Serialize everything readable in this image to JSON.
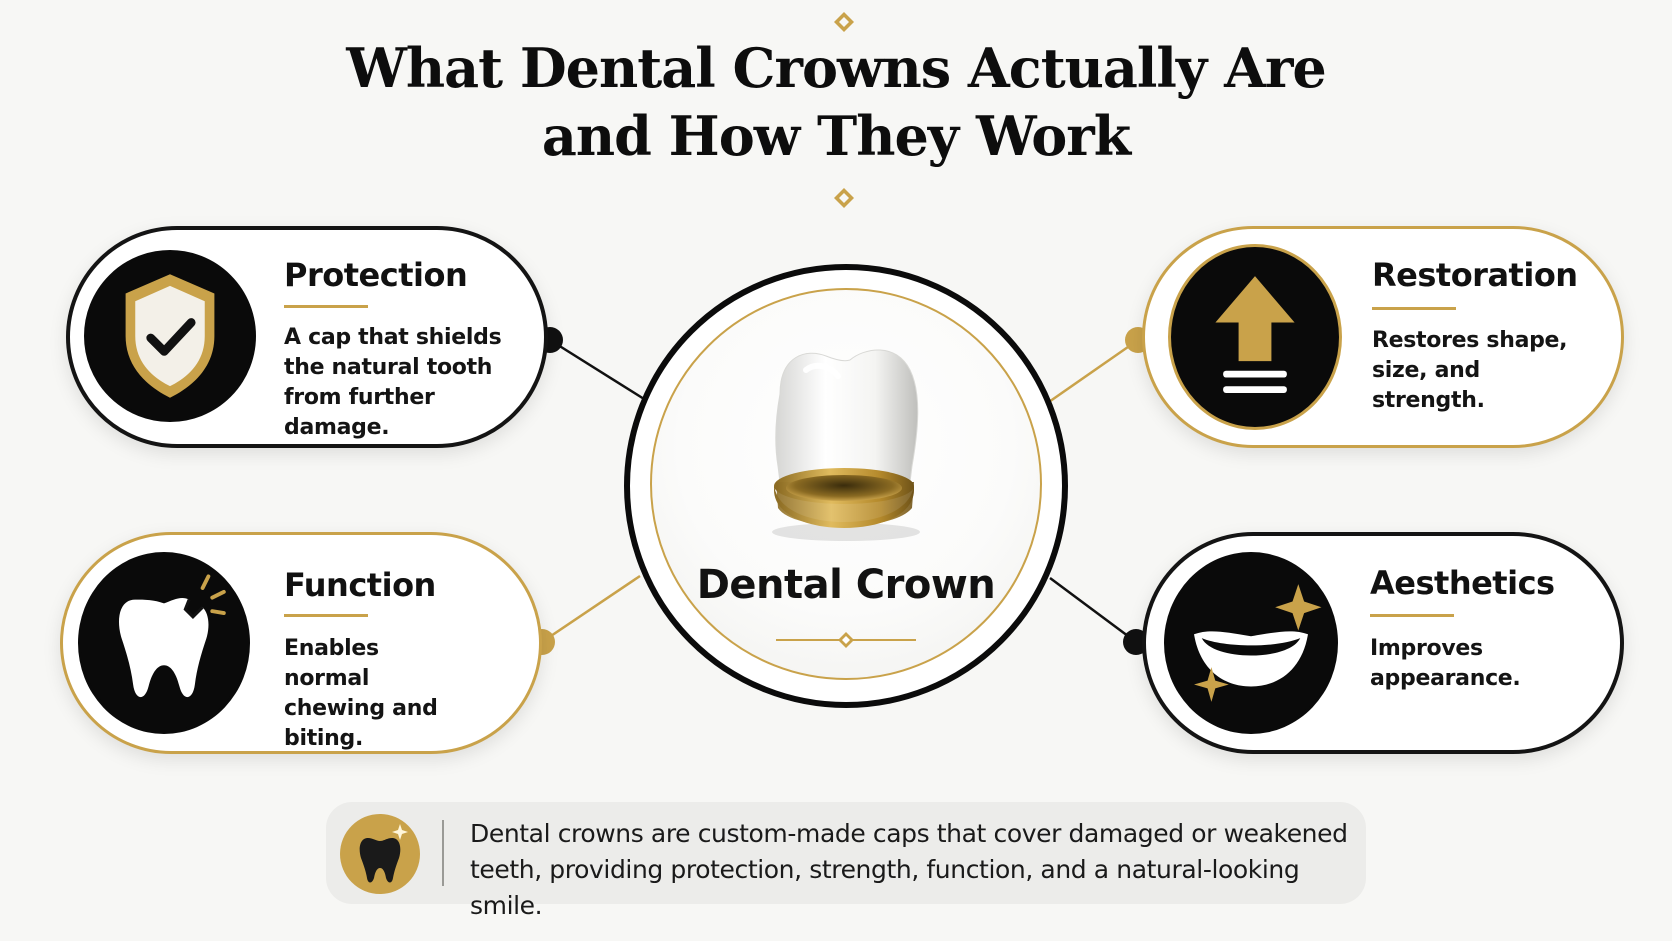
{
  "title": {
    "line1": "What Dental Crowns Actually Are",
    "line2": "and How They Work"
  },
  "center": {
    "label": "Dental Crown",
    "icon": "dental-crown-icon"
  },
  "cards": {
    "protection": {
      "title": "Protection",
      "description": "A cap that shields the natural tooth from further damage.",
      "icon": "shield-check-icon"
    },
    "restoration": {
      "title": "Restoration",
      "description": "Restores shape, size, and strength.",
      "icon": "up-arrow-icon"
    },
    "function": {
      "title": "Function",
      "description": "Enables normal chewing and biting.",
      "icon": "chipped-tooth-icon"
    },
    "aesthetics": {
      "title": "Aesthetics",
      "description": "Improves appearance.",
      "icon": "smile-sparkle-icon"
    }
  },
  "summary": {
    "icon": "tooth-sparkle-icon",
    "text": "Dental crowns are custom-made caps that cover damaged or weakened teeth, providing protection, strength, function, and a natural-looking smile."
  },
  "colors": {
    "gold": "#c9a24a",
    "black": "#0a0a0a",
    "background": "#f7f7f5",
    "summary_bg": "#ececea"
  }
}
